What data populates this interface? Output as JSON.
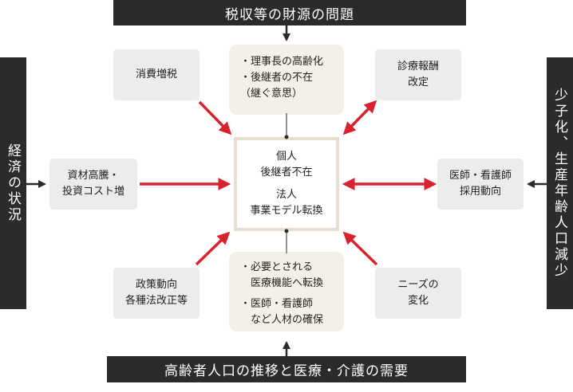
{
  "top_bar": "税収等の財源の問題",
  "bottom_bar": "高齢者人口の推移と医療・介護の需要",
  "left_bar": "経済の状況",
  "right_bar": "少子化、生産年齢人口減少",
  "factors": {
    "tax_increase": [
      "消費増税"
    ],
    "medical_fee": [
      "診療報酬",
      "改定"
    ],
    "material_cost": [
      "資材高騰・",
      "投資コスト増"
    ],
    "recruitment": [
      "医師・看護師",
      "採用動向"
    ],
    "policy": [
      "政策動向",
      "各種法改正等"
    ],
    "needs": [
      "ニーズの",
      "変化"
    ]
  },
  "top_issue": [
    "・理事長の高齢化",
    "・後継者の不在",
    "（継ぐ意思）"
  ],
  "bottom_issue": [
    "・必要とされる",
    "　医療機能へ転換",
    "・医師・看護師",
    "　など人材の確保"
  ],
  "center": {
    "individual": [
      "個人",
      "後継者不在"
    ],
    "corporation": [
      "法人",
      "事業モデル転換"
    ]
  },
  "colors": {
    "bar": "#2b2b2b",
    "arrow_red": "#d9222e",
    "box_gray": "#ececec",
    "box_cream": "#f2f0e9"
  }
}
